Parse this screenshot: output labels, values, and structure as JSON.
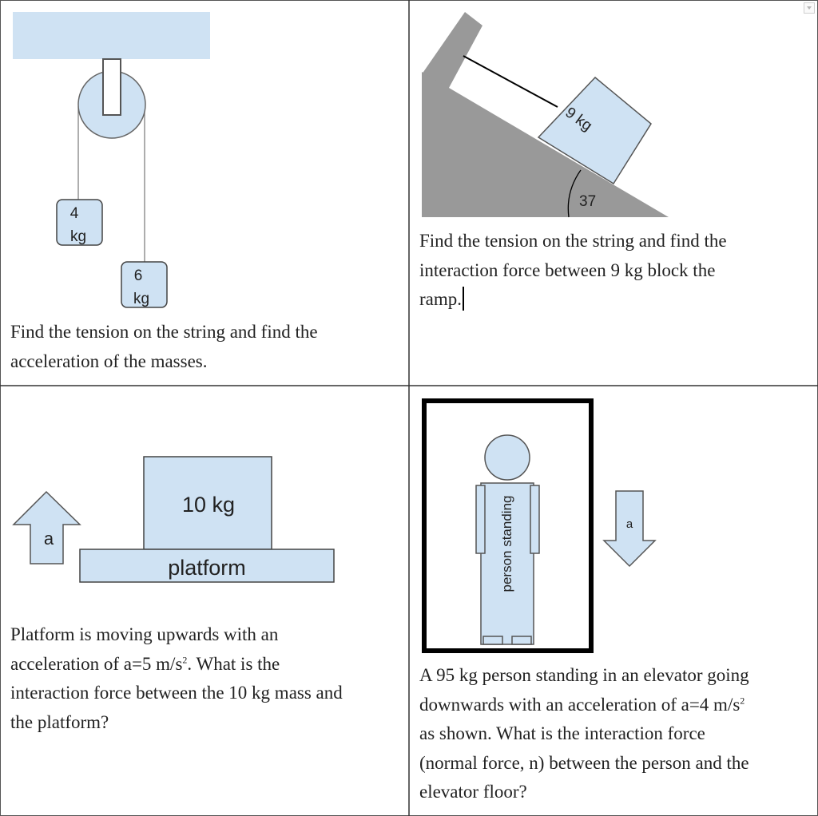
{
  "cells": {
    "pulley": {
      "mass_left": "4",
      "mass_left_unit": "kg",
      "mass_right": "6",
      "mass_right_unit": "kg",
      "question_line1": "Find the tension on the string and find the",
      "question_line2": "acceleration of the masses."
    },
    "ramp": {
      "mass_label": "9 kg",
      "angle_label": "37",
      "question_line1": "Find the tension on the string and find the",
      "question_line2": "interaction force between 9 kg block the",
      "question_line3": "ramp."
    },
    "platform": {
      "arrow_label": "a",
      "mass_label": "10 kg",
      "platform_label": "platform",
      "question_line1": "Platform is moving upwards with an",
      "question_line2a": "acceleration of a=5 m/s",
      "question_line2_sup": "2",
      "question_line2b": ". What is the",
      "question_line3": "interaction force between the 10 kg mass and",
      "question_line4": "the platform?"
    },
    "elevator": {
      "person_label": "person standing",
      "arrow_label": "a",
      "question_line1": "A 95 kg person standing in an elevator going",
      "question_line2a": "downwards with an acceleration of a=4 m/s",
      "question_line2_sup": "2",
      "question_line3": "as shown. What is the interaction force",
      "question_line4": "(normal force, n) between the person and the",
      "question_line5": "elevator floor?"
    }
  },
  "colors": {
    "fill_light_blue": "#cfe2f3",
    "ramp_gray": "#999999",
    "border": "#000000"
  },
  "icons": [
    "dropdown-arrow-icon"
  ]
}
